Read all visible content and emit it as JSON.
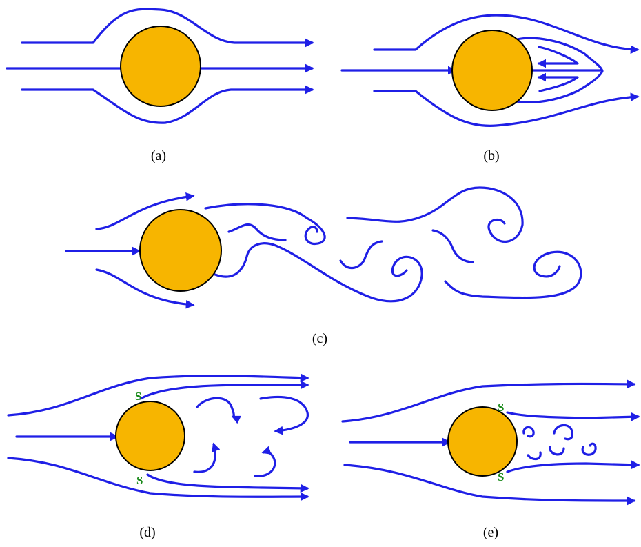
{
  "colors": {
    "streamline": "#1f1fe6",
    "cylinder": "#f7b500",
    "cylinder_outline": "#000000",
    "separation_label": "#1a8a1a",
    "background": "#ffffff"
  },
  "panels": {
    "a": {
      "caption": "(a)"
    },
    "b": {
      "caption": "(b)"
    },
    "c": {
      "caption": "(c)"
    },
    "d": {
      "caption": "(d)",
      "separation_top": "S",
      "separation_bottom": "S"
    },
    "e": {
      "caption": "(e)",
      "separation_top": "S",
      "separation_bottom": "S"
    }
  }
}
